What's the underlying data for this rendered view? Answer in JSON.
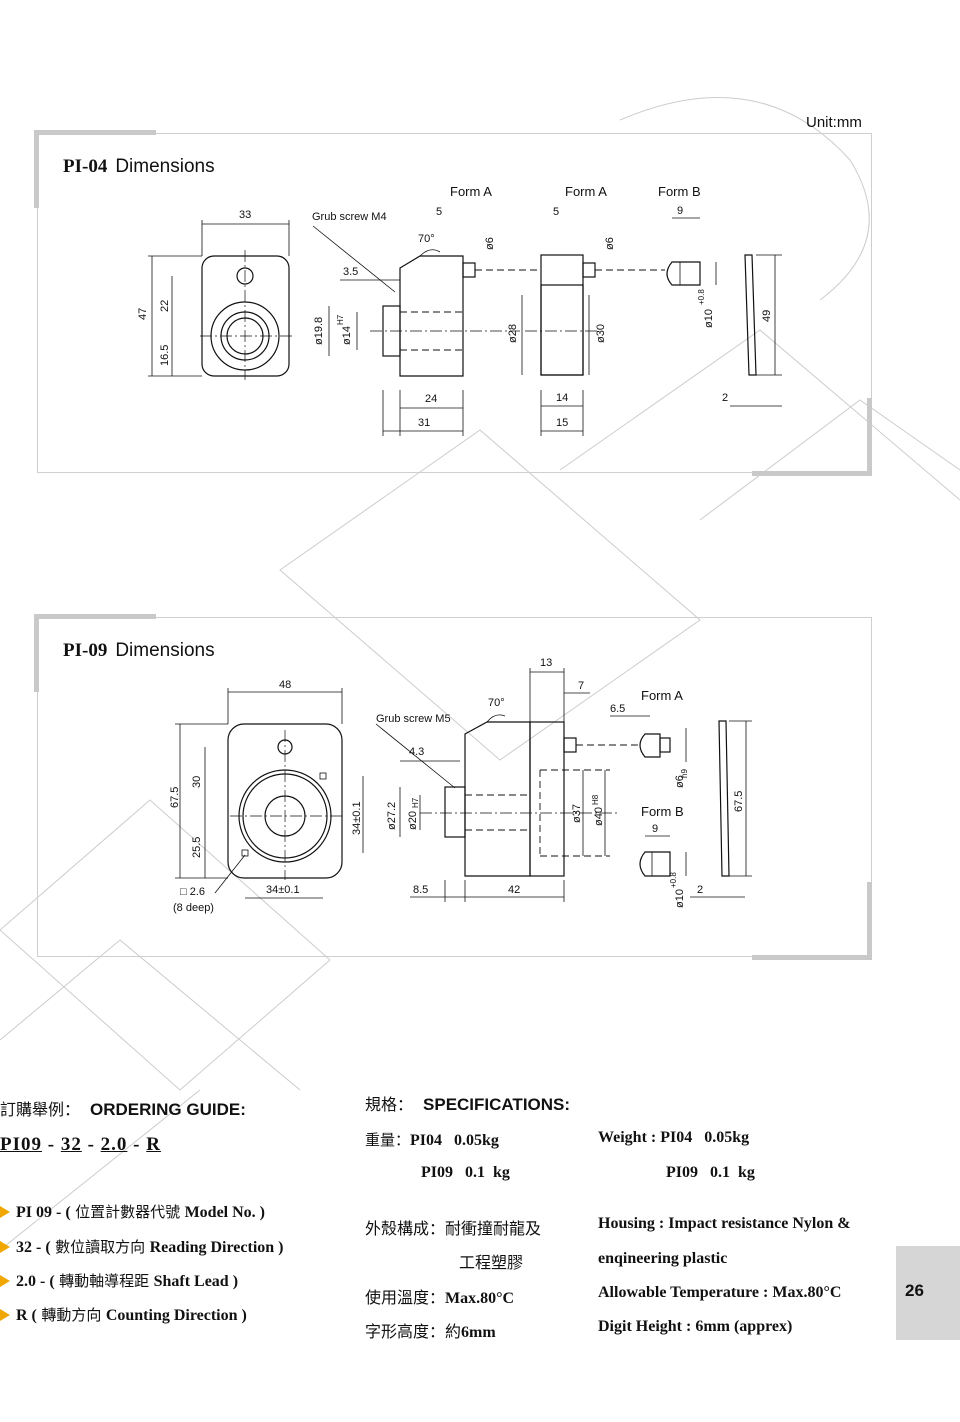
{
  "unit": "Unit:mm",
  "pi04": {
    "model": "PI-04",
    "label": "Dimensions",
    "labels": {
      "form_a1": "Form A",
      "form_a2": "Form A",
      "form_b": "Form B",
      "grub": "Grub screw M4",
      "angle": "70°",
      "d33": "33",
      "d47": "47",
      "d22": "22",
      "d165": "16.5",
      "d5a": "5",
      "d5b": "5",
      "d9": "9",
      "d35": "3.5",
      "d6a": "ø6",
      "d6b": "ø6",
      "d198": "ø19.8",
      "d14": "ø14",
      "h7": "H7",
      "d28": "ø28",
      "d30": "ø30",
      "d10": "ø10",
      "tol08": "+0.8",
      "d49": "49",
      "d24": "24",
      "d31": "31",
      "d14b": "14",
      "d15": "15",
      "d2": "2"
    }
  },
  "pi09": {
    "model": "PI-09",
    "label": "Dimensions",
    "labels": {
      "d48": "48",
      "d675a": "67.5",
      "d30": "30",
      "d255": "25.5",
      "sq": "□ 2.6",
      "deep": "(8 deep)",
      "d34a": "34±0.1",
      "d34b": "34±0.1",
      "grub": "Grub screw M5",
      "angle": "70°",
      "d43": "4.3",
      "d272": "ø27.2",
      "d20": "ø20",
      "h7": "H7",
      "d37": "ø37",
      "d40": "ø40",
      "h8": "H8",
      "d85": "8.5",
      "d42": "42",
      "d13": "13",
      "d7": "7",
      "form_a": "Form A",
      "d65": "6.5",
      "d6": "ø6",
      "h9": "h9",
      "form_b": "Form B",
      "d9": "9",
      "d10": "ø10",
      "tol08": "+0.8",
      "d2": "2",
      "d675b": "67.5"
    }
  },
  "ordering": {
    "zh": "訂購舉例：",
    "en": "ORDERING GUIDE:",
    "code": [
      "PI09",
      "32",
      "2.0",
      "R"
    ],
    "sep": "-",
    "items": [
      {
        "code": "PI 09 - (",
        "zh": "位置計數器代號",
        "en": "Model No. )"
      },
      {
        "code": "32 - (",
        "zh": "數位讀取方向",
        "en": "Reading Direction )"
      },
      {
        "code": "2.0 - (",
        "zh": "轉動軸導程距",
        "en": "Shaft Lead )"
      },
      {
        "code": "R (",
        "zh": "轉動方向",
        "en": "Counting Direction )"
      }
    ]
  },
  "specs": {
    "zh": "規格：",
    "en": "SPECIFICATIONS:",
    "weight_zh": "重量：",
    "w1": "PI04   0.05kg",
    "w2": "PI09   0.1  kg",
    "weight_en": "Weight : PI04   0.05kg",
    "w2_en": "PI09   0.1  kg",
    "housing_zh": "外殼構成：耐衝撞耐龍及",
    "housing_zh2": "工程塑膠",
    "housing_en": "Housing : Impact resistance Nylon &",
    "housing_en2": "enqineering plastic",
    "temp_zh": "使用溫度：",
    "temp_val": "Max.80°C",
    "temp_en": "Allowable Temperature : Max.80°C",
    "digit_zh": "字形高度：約",
    "digit_val": "6mm",
    "digit_en": "Digit Height : 6mm (apprex)"
  },
  "page": "26"
}
